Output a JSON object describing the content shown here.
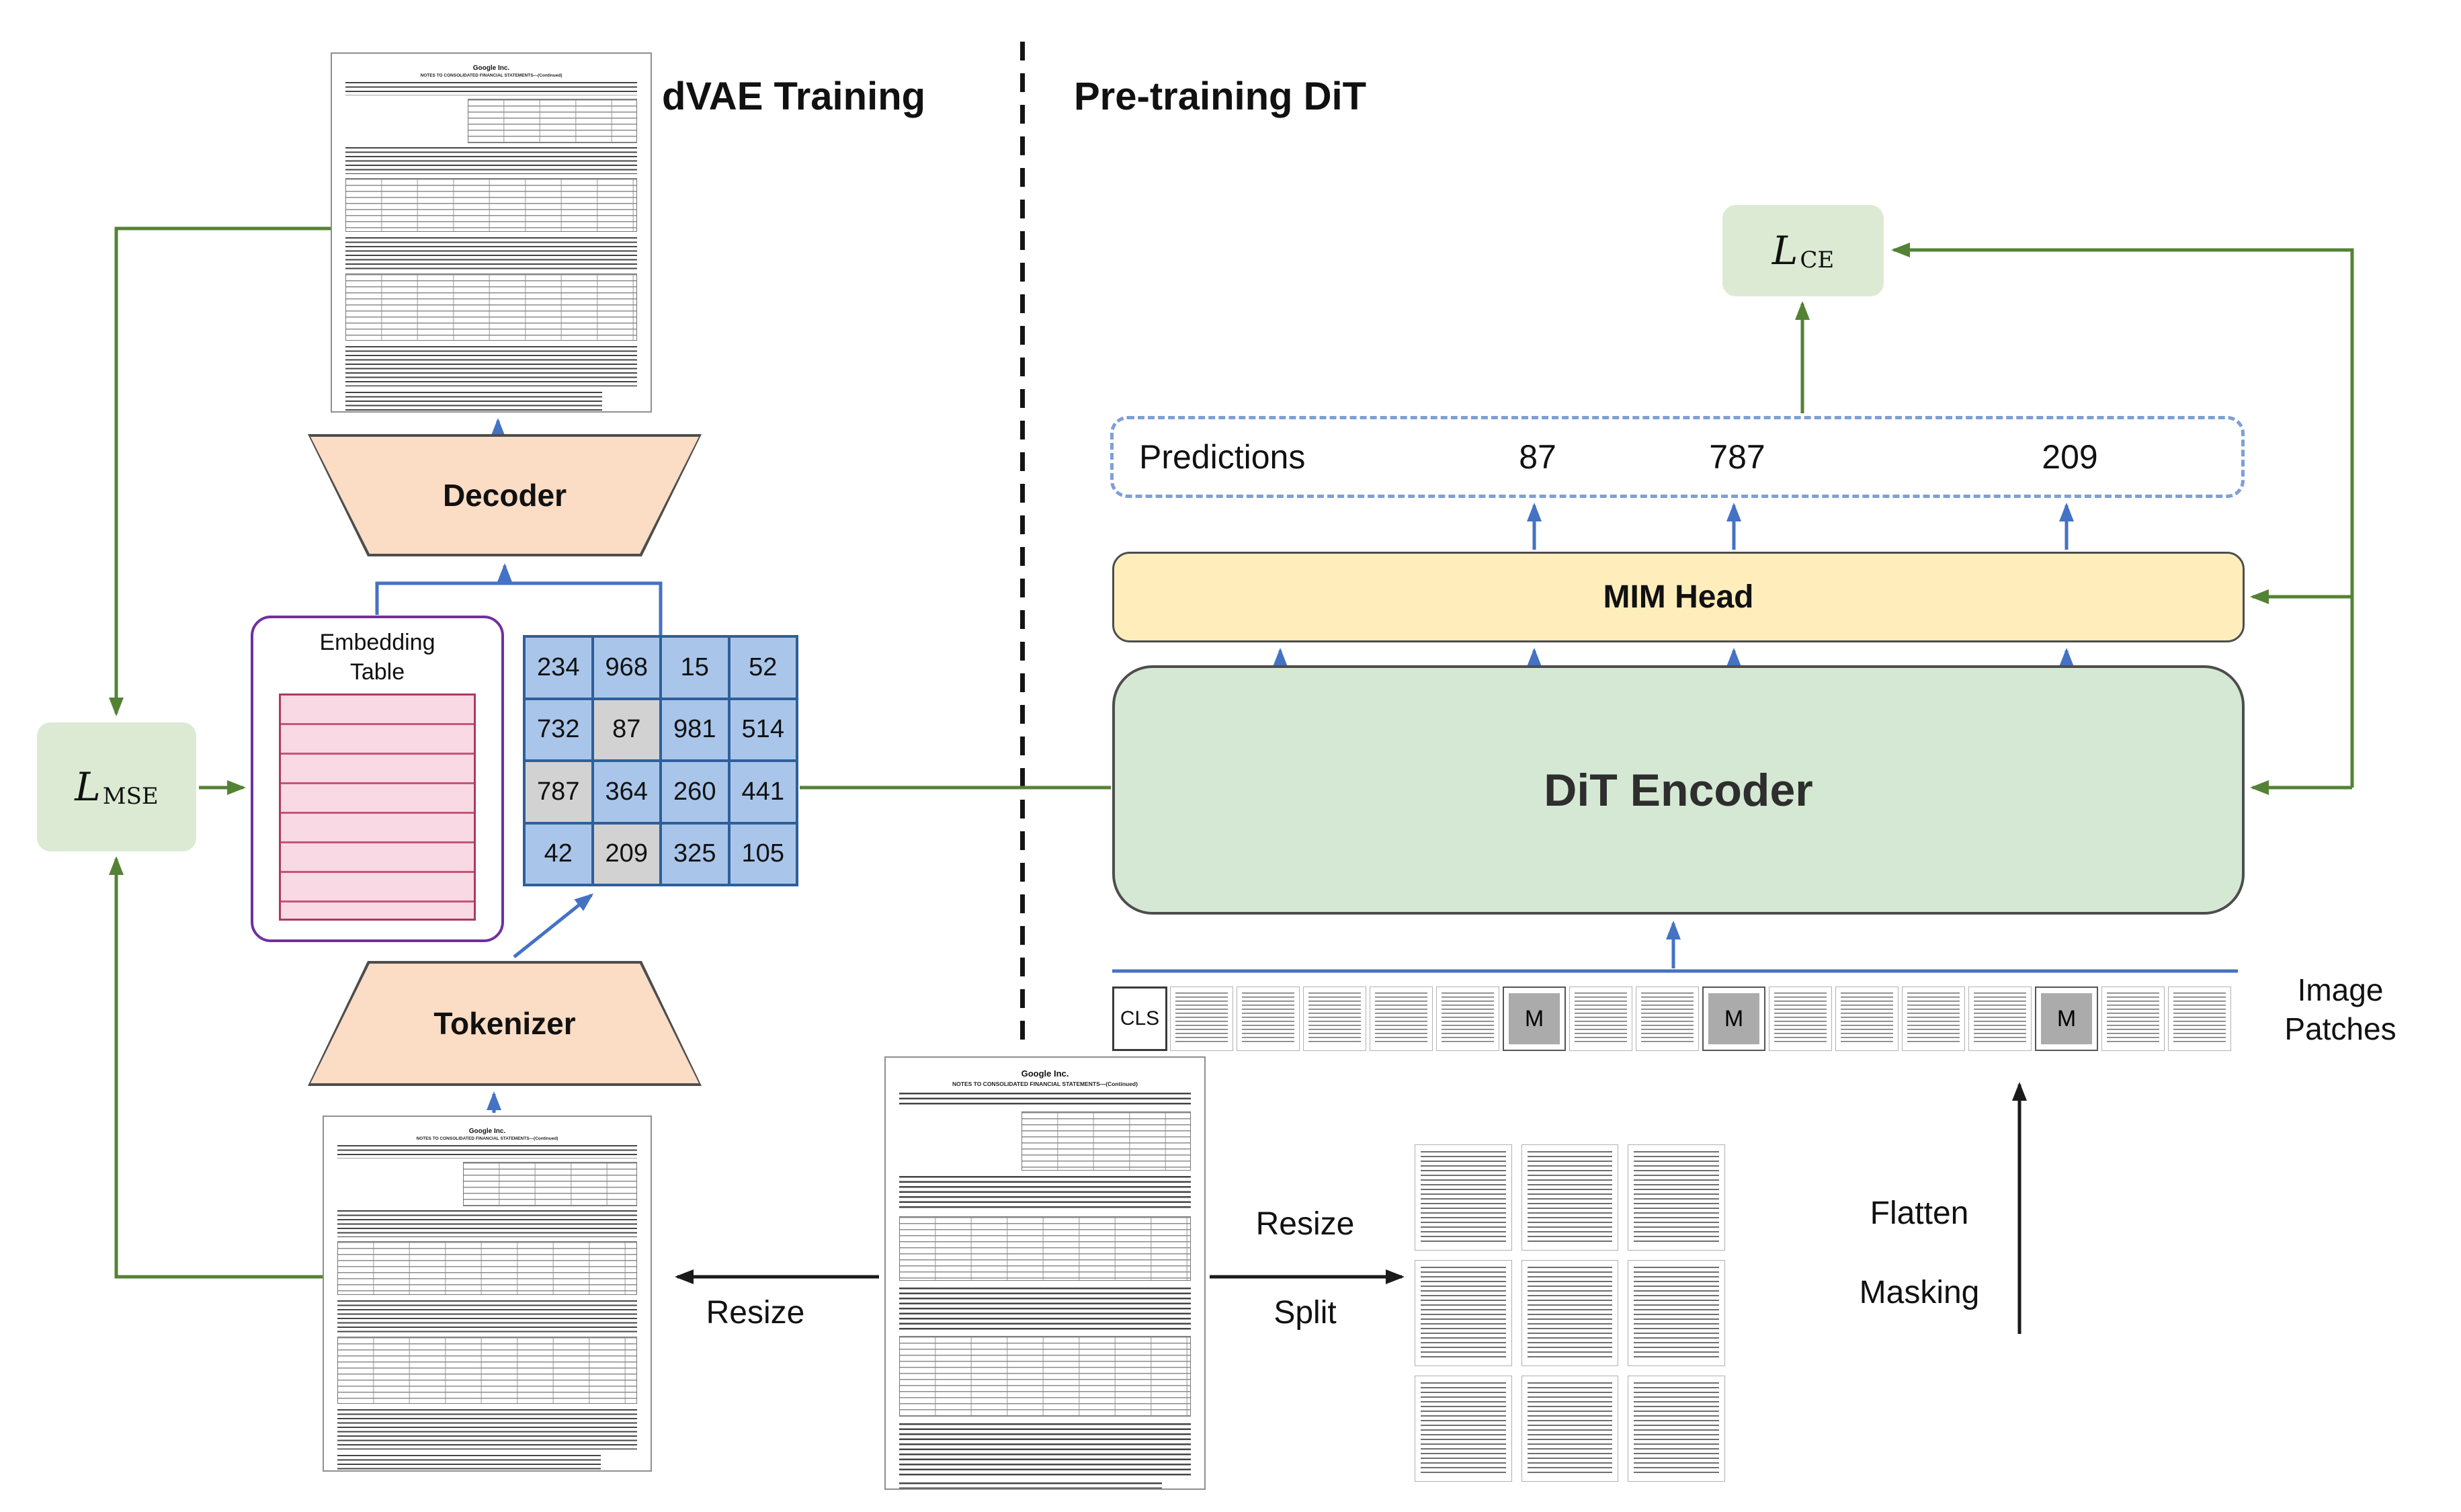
{
  "section_titles": {
    "dvae": "dVAE Training",
    "dit": "Pre-training DiT"
  },
  "losses": {
    "mse_symbol": "L",
    "mse_sub": "MSE",
    "ce_symbol": "L",
    "ce_sub": "CE"
  },
  "dvae": {
    "decoder": "Decoder",
    "tokenizer": "Tokenizer",
    "embedding_line1": "Embedding",
    "embedding_line2": "Table",
    "token_grid": {
      "rows": [
        [
          "234",
          "968",
          "15",
          "52"
        ],
        [
          "732",
          "87",
          "981",
          "514"
        ],
        [
          "787",
          "364",
          "260",
          "441"
        ],
        [
          "42",
          "209",
          "325",
          "105"
        ]
      ],
      "masked_values": [
        "87",
        "787",
        "209"
      ]
    }
  },
  "document": {
    "company": "Google Inc.",
    "heading": "NOTES TO CONSOLIDATED FINANCIAL STATEMENTS—(Continued)"
  },
  "pipeline": {
    "resize_left": "Resize",
    "resize_right": "Resize",
    "split": "Split",
    "flatten": "Flatten",
    "masking": "Masking"
  },
  "dit": {
    "predictions_label": "Predictions",
    "predictions": [
      "87",
      "787",
      "209"
    ],
    "mim_head": "MIM Head",
    "encoder": "DiT Encoder",
    "cls": "CLS",
    "mask": "M",
    "image_patches_line1": "Image",
    "image_patches_line2": "Patches"
  },
  "colors": {
    "green_arrow": "#548235",
    "blue_arrow": "#4472C4",
    "black_arrow": "#1A1A1A",
    "loss_box_fill": "#DCEAD3",
    "mim_head_fill": "#FFEEBC",
    "encoder_fill": "#D5E8D4",
    "trapezoid_fill": "#FBDCC4",
    "token_cell_fill": "#A9C6EA",
    "token_grid_line": "#2E5F9B",
    "masked_cell_fill": "#D2D2D2",
    "masked_patch_fill": "#ABABAB",
    "embedding_border": "#7030A0",
    "embedding_row_fill": "#F9D9E3",
    "embedding_row_line": "#C4557C",
    "predictions_border": "#7F9FD6"
  }
}
